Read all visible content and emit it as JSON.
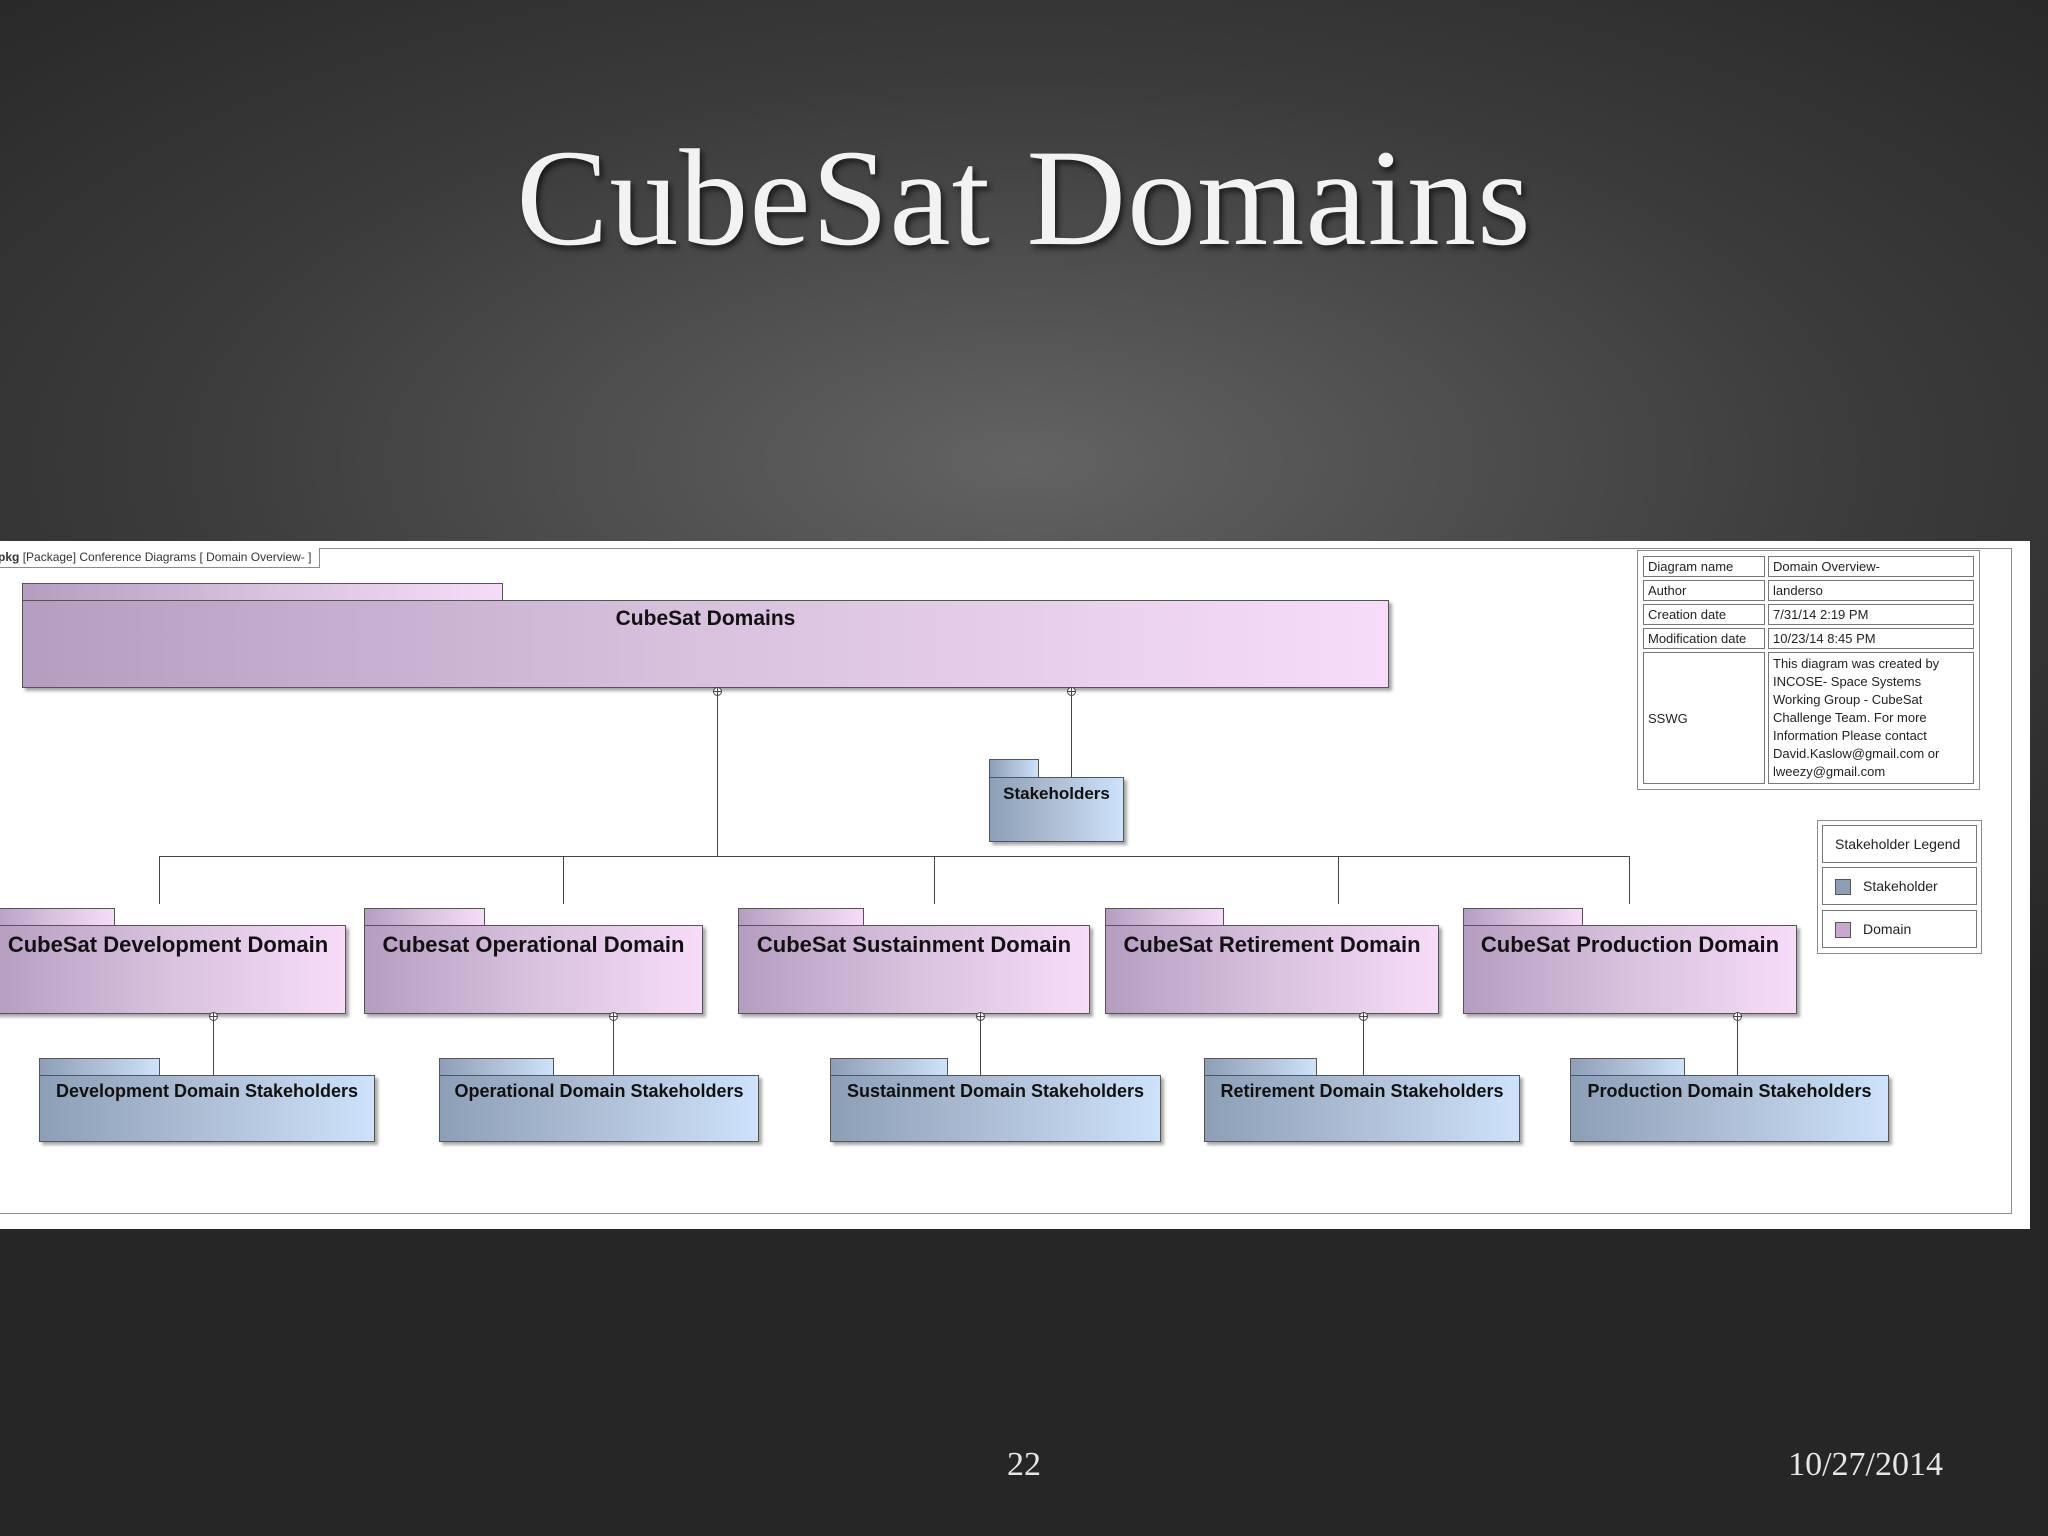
{
  "slide": {
    "title": "CubeSat Domains",
    "number": "22",
    "date": "10/27/2014"
  },
  "diagram": {
    "frame_label_kind": "pkg",
    "frame_label_rest": "[Package] Conference Diagrams [ Domain Overview- ]",
    "root": "CubeSat Domains",
    "stakeholders": "Stakeholders",
    "domains": [
      "CubeSat Development Domain",
      "Cubesat Operational Domain",
      "CubeSat Sustainment Domain",
      "CubeSat Retirement Domain",
      "CubeSat Production Domain"
    ],
    "domain_stakeholders": [
      "Development Domain Stakeholders",
      "Operational Domain Stakeholders",
      "Sustainment Domain Stakeholders",
      "Retirement Domain Stakeholders",
      "Production Domain Stakeholders"
    ],
    "colors": {
      "domain_gradient": [
        "#b59dc0",
        "#f7dcf9"
      ],
      "stakeholder_gradient": [
        "#8d9fb6",
        "#cde2fb"
      ]
    }
  },
  "info": {
    "rows": [
      {
        "key": "Diagram name",
        "value": "Domain Overview-"
      },
      {
        "key": "Author",
        "value": "landerso"
      },
      {
        "key": "Creation date",
        "value": "7/31/14 2:19 PM"
      },
      {
        "key": "Modification date",
        "value": "10/23/14 8:45 PM"
      }
    ],
    "note_key": "SSWG",
    "note_lines": [
      "This diagram was created by",
      "INCOSE- Space Systems",
      "Working Group - CubeSat",
      "Challenge Team. For more",
      "Information Please contact",
      "David.Kaslow@gmail.com or",
      "lweezy@gmail.com"
    ]
  },
  "legend": {
    "title": "Stakeholder Legend",
    "items": [
      {
        "label": "Stakeholder",
        "color": "#8d9fb6"
      },
      {
        "label": "Domain",
        "color": "#c8a8d0"
      }
    ]
  }
}
